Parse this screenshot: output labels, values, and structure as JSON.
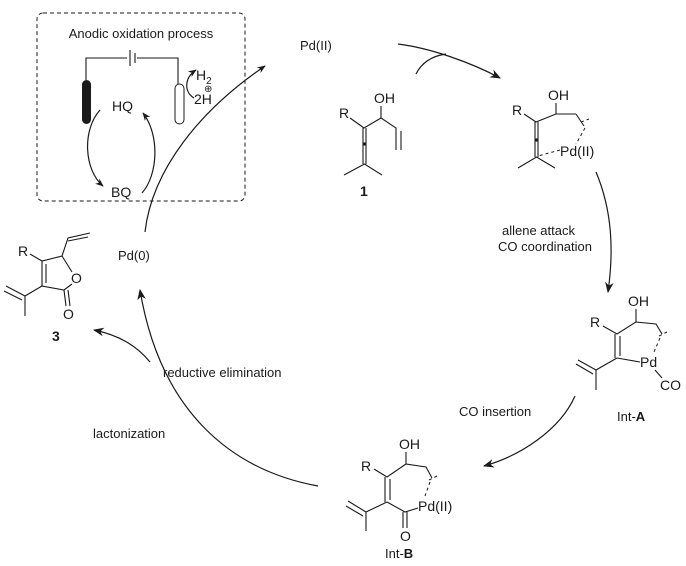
{
  "inset": {
    "title": "Anodic oxidation process",
    "hq": "HQ",
    "bq": "BQ",
    "h2": "H",
    "h2_sub": "2",
    "proton": "2H",
    "plus_symbol": "⊕"
  },
  "species": {
    "pd2_top": "Pd(II)",
    "pd0": "Pd(0)",
    "compound1": {
      "label": "1",
      "oh": "OH",
      "r": "R"
    },
    "complex": {
      "oh": "OH",
      "r": "R",
      "pd": "Pd(II)"
    },
    "int_a": {
      "prefix": "Int-",
      "letter": "A",
      "oh": "OH",
      "r": "R",
      "pd": "Pd",
      "co": "CO"
    },
    "int_b": {
      "prefix": "Int-",
      "letter": "B",
      "oh": "OH",
      "r": "R",
      "pd": "Pd(II)",
      "o": "O"
    },
    "product3": {
      "label": "3",
      "r": "R",
      "o_ring": "O",
      "o_carbonyl": "O"
    }
  },
  "steps": {
    "step1_line1": "allene attack",
    "step1_line2": "CO coordination",
    "step2": "CO insertion",
    "step3": "reductive elimination",
    "step4": "lactonization"
  }
}
